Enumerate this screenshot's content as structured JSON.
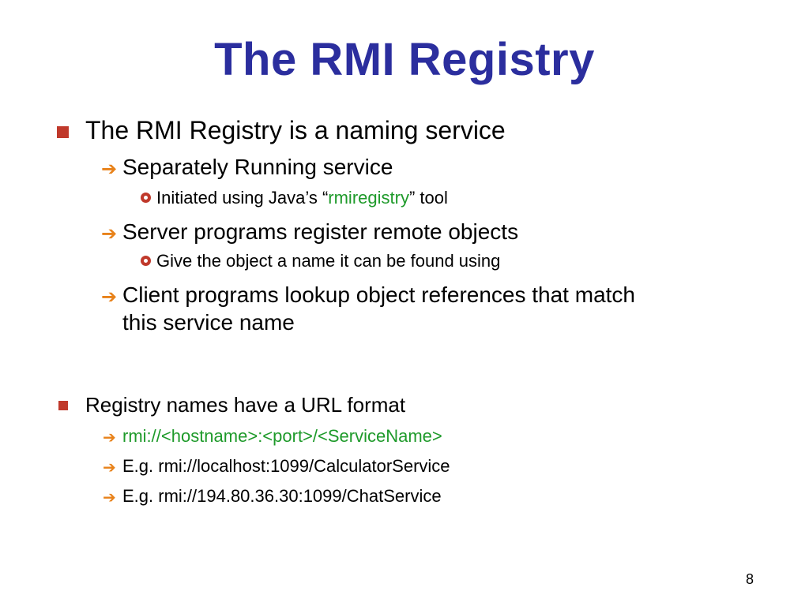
{
  "title": "The RMI Registry",
  "colors": {
    "title": "#2B2E9E",
    "bullet": "#C0392B",
    "arrow": "#E8821A",
    "highlight": "#1E9A2A"
  },
  "icons": {
    "level1": "square-bullet-icon",
    "level2": "arrow-right-icon",
    "level3": "circle-bullet-icon"
  },
  "bullets": [
    {
      "text": "The RMI Registry is a naming service",
      "children": [
        {
          "text": "Separately Running service",
          "children": [
            {
              "pre": "Initiated using Java’s “",
              "highlight": "rmiregistry",
              "post": "” tool"
            }
          ]
        },
        {
          "text": "Server programs register remote objects",
          "children": [
            {
              "text": "Give the object a name it can be found using"
            }
          ]
        },
        {
          "text_line1": "Client programs lookup object references that match",
          "text_line2": "this service name"
        }
      ]
    },
    {
      "text": "Registry names have a URL format",
      "children": [
        {
          "text": "rmi://<hostname>:<port>/<ServiceName>"
        },
        {
          "text": "E.g. rmi://localhost:1099/CalculatorService"
        },
        {
          "text": "E.g. rmi://194.80.36.30:1099/ChatService"
        }
      ]
    }
  ],
  "page_number": "8"
}
